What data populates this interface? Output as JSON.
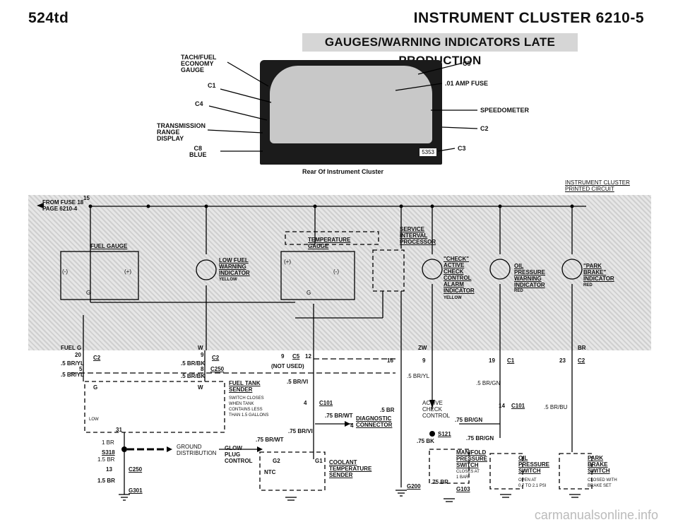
{
  "header": {
    "left": "524td",
    "right": "INSTRUMENT CLUSTER   6210-5"
  },
  "banner": "GAUGES/WARNING INDICATORS LATE PRODUCTION",
  "photo": {
    "number": "5353",
    "caption": "Rear Of Instrument Cluster",
    "callouts": {
      "tach": "TACH/FUEL\nECONOMY\nGAUGE",
      "c1": "C1",
      "c4": "C4",
      "trans": "TRANSMISSION\nRANGE\nDISPLAY",
      "c8": "C8\nBLUE",
      "c5": "C5",
      "fuse": ".01 AMP FUSE",
      "speedo": "SPEEDOMETER",
      "c2": "C2",
      "c3": "C3"
    }
  },
  "pcb_label": "INSTRUMENT CLUSTER\nPRINTED CIRCUIT",
  "board": {
    "from_fuse": "FROM FUSE 18\nPAGE 6210-4",
    "fuse_num": "15",
    "fuel_gauge": "FUEL GAUGE",
    "low_fuel": "LOW FUEL\nWARNING\nINDICATOR",
    "low_fuel_color": "YELLOW",
    "temp_gauge": "TEMPERATURE\nGAUGE",
    "service": "SERVICE\nINTERVAL\nPROCESSOR",
    "check": "\"CHECK\"\nACTIVE\nCHECK\nCONTROL\nALARM\nINDICATOR",
    "check_color": "YELLOW",
    "oil": "OIL\nPRESSURE\nWARNING\nINDICATOR",
    "oil_color": "RED",
    "park": "\"PARK\nBRAKE\"\nINDICATOR",
    "park_color": "RED",
    "pins": {
      "fuel_g": "FUEL G",
      "w": "W",
      "zw": "ZW",
      "br": "BR",
      "plus": "(+)",
      "minus": "(-)",
      "g": "G"
    }
  },
  "lower": {
    "p20": "20",
    "wire1": ".5 BR/YL",
    "c2a": "C2",
    "p5": "5",
    "wire2": ".5 BR/YL",
    "p9": "9",
    "wire3": ".5 BR/BK",
    "c2b": "C2",
    "p8": "8",
    "c250": "C250",
    "wire4": ".5 BR/BK",
    "p9b": "9",
    "c5": "C5",
    "p12": "12",
    "not_used": "(NOT USED)",
    "p16": "16",
    "p9c": "9",
    "zw_wire": ".5 BR/YL",
    "p19": "19",
    "c1": "C1",
    "gn": ".5 BR/GN",
    "p23": "23",
    "c2c": "C2",
    "bu": ".5 BR/BU",
    "tank_title": "FUEL TANK\nSENDER",
    "tank_desc": "SWITCH CLOSES\nWHEN TANK\nCONTAINS LESS\nTHAN 1.5 GALLONS",
    "vi1": ".5 BR/VI",
    "p4": "4",
    "c101": "C101",
    "br5": ".5 BR",
    "wt75": ".75 BR/WT",
    "p4b": "4",
    "diag": "DIAGNOSTIC\nCONNECTOR",
    "vi2": ".75 BR/VI",
    "active": "ACTIVE\nCHECK\nCONTROL",
    "gn75": ".75 BR/GN",
    "p14": "14",
    "c101b": "C101",
    "g_label": "G",
    "w_label": "W",
    "low": "LOW",
    "p31": "31",
    "br1": "1 BR",
    "s318": "S318",
    "br15a": "1.5 BR",
    "gnd_dist": "GROUND\nDISTRIBUTION",
    "p13": "13",
    "c250b": "C250",
    "br15b": "1.5 BR",
    "g301": "G301",
    "glow": "GLOW\nPLUG\nCONTROL",
    "wt75b": ".75 BR/WT",
    "ntc": "NTC",
    "g2": "G2",
    "g1": "G1",
    "coolant": "COOLANT\nTEMPERATURE\nSENDER",
    "g200": "G200",
    "bk75": ".75 BK",
    "s121": "S121",
    "gn75b": ".75 BR/GN",
    "manifold": "MANIFOLD\nPRESSURE\nSWITCH",
    "manifold_desc": "CLOSES AT\n1 BAR",
    "br75": ".75 BR",
    "g103": "G103",
    "oil_sw": "OIL\nPRESSURE\nSWITCH",
    "oil_sw_desc": "OPEN AT\n0.7 TO 2.1 PSI",
    "park_sw": "PARK\nBRAKE\nSWITCH",
    "park_sw_desc": "CLOSED WITH\nBRAKE SET"
  },
  "watermark": "carmanualsonline.info"
}
